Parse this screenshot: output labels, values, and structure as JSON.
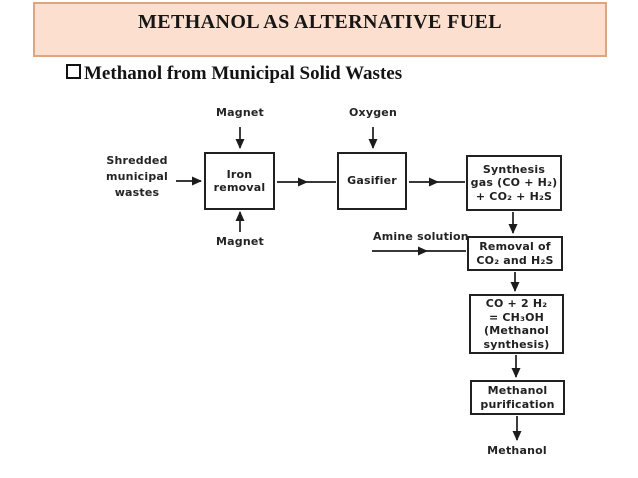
{
  "title": {
    "text": "METHANOL AS ALTERNATIVE FUEL"
  },
  "subtitle": {
    "text": "Methanol from Municipal Solid Wastes",
    "bullet_icon": "square-outline"
  },
  "colors": {
    "title_background": "#fcdfce",
    "title_border": "#dca682",
    "diagram_line": "#1c1c1c",
    "text": "#161616"
  },
  "diagram": {
    "labels": {
      "magnet_top": "Magnet",
      "oxygen": "Oxygen",
      "magnet_bottom": "Magnet",
      "feed": "Shredded\nmunicipal\nwastes",
      "amine": "Amine solution",
      "product": "Methanol"
    },
    "boxes": {
      "iron_removal": "Iron\nremoval",
      "gasifier": "Gasifier",
      "synthesis_gas": "Synthesis\ngas (CO + H₂)\n+ CO₂ + H₂S",
      "acid_gas_removal": "Removal of\nCO₂ and H₂S",
      "methanol_synthesis": "CO + 2 H₂\n= CH₃OH\n(Methanol\nsynthesis)",
      "methanol_purification": "Methanol\npurification"
    }
  }
}
